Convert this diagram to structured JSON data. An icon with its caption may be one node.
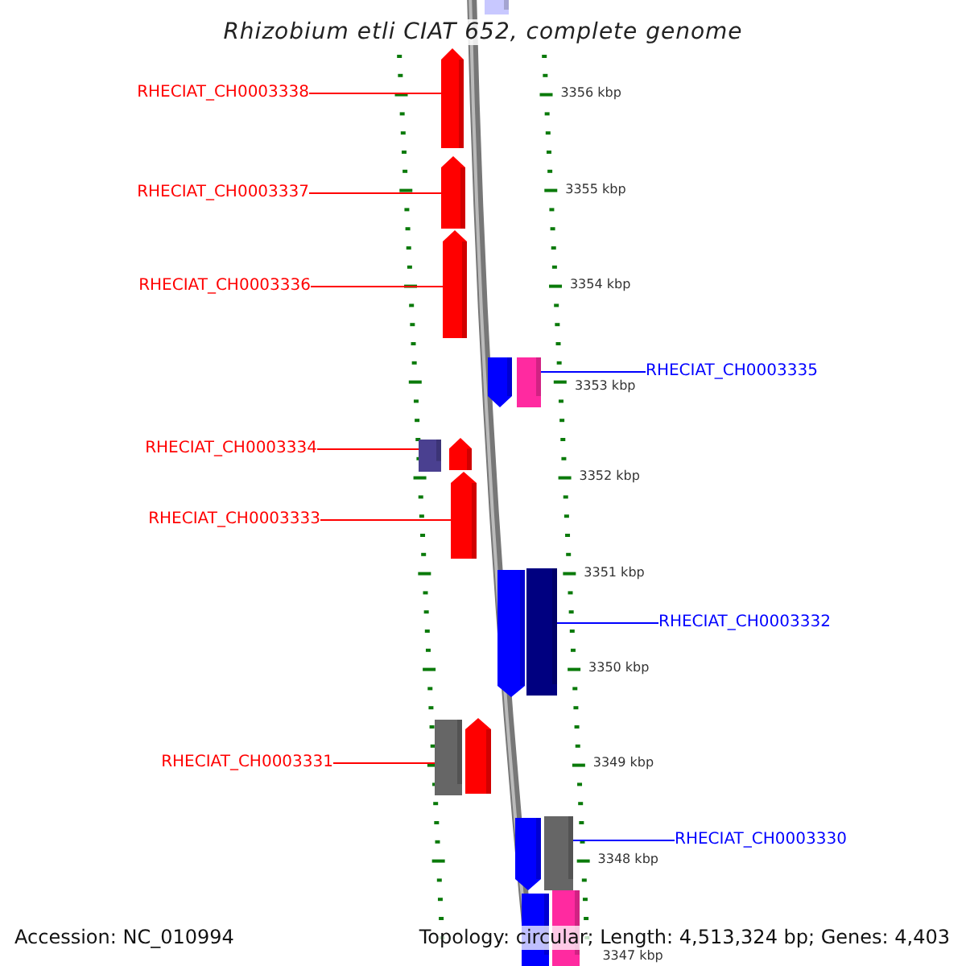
{
  "diagram": {
    "title": "Rhizobium etli CIAT 652, complete genome",
    "nodes": [
      {
        "text": [
          "RHECIAT_CH0003338"
        ]
      },
      {
        "text": [
          "RHECIAT_CH0003337"
        ]
      },
      {
        "text": [
          "RHECIAT_CH0003336"
        ]
      },
      {
        "text": [
          "RHECIAT_CH0003335"
        ]
      },
      {
        "text": [
          "RHECIAT_CH0003334"
        ]
      },
      {
        "text": [
          "RHECIAT_CH0003333"
        ]
      },
      {
        "text": [
          "RHECIAT_CH0003332"
        ]
      },
      {
        "text": [
          "RHECIAT_CH0003331"
        ]
      },
      {
        "text": [
          "RHECIAT_CH0003330"
        ]
      },
      {
        "text": [],
        "shape": "box"
      },
      {
        "text": [],
        "shape": "arrow"
      },
      {
        "text": [],
        "shape": "arrow"
      },
      {
        "text": [],
        "shape": "arrow"
      },
      {
        "text": [],
        "shape": "arrow"
      },
      {
        "text": [],
        "shape": "box"
      },
      {
        "text": [],
        "shape": "box"
      },
      {
        "text": [],
        "shape": "arrow"
      },
      {
        "text": [],
        "shape": "arrow"
      },
      {
        "text": [],
        "shape": "arrow"
      },
      {
        "text": [],
        "shape": "box"
      },
      {
        "text": [],
        "shape": "box"
      },
      {
        "text": [],
        "shape": "arrow"
      },
      {
        "text": [],
        "shape": "arrow"
      },
      {
        "text": [],
        "shape": "box"
      },
      {
        "text": [],
        "shape": "box"
      },
      {
        "text": [],
        "shape": "box"
      }
    ],
    "edges": [
      {
        "from": 0,
        "to": 10,
        "arrow": "none"
      },
      {
        "from": 1,
        "to": 11,
        "arrow": "none"
      },
      {
        "from": 2,
        "to": 12,
        "arrow": "none"
      },
      {
        "from": 3,
        "to": 14,
        "arrow": "none",
        "color": "#0000ff"
      },
      {
        "from": 4,
        "to": 15,
        "arrow": "none"
      },
      {
        "from": 5,
        "to": 17,
        "arrow": "none"
      },
      {
        "from": 6,
        "to": 19,
        "arrow": "none",
        "color": "#0000ff"
      },
      {
        "from": 7,
        "to": 20,
        "arrow": "none"
      },
      {
        "from": 8,
        "to": 23,
        "arrow": "none",
        "color": "#0000ff"
      }
    ],
    "labels": [
      "3356 kbp",
      "3355 kbp",
      "3354 kbp",
      "3353 kbp",
      "3352 kbp",
      "3351 kbp",
      "3350 kbp",
      "3349 kbp",
      "3348 kbp",
      "3347 kbp",
      "Accession: NC_010994",
      "Topology: circular; Length: 4,513,324 bp; Genes: 4,403"
    ]
  }
}
